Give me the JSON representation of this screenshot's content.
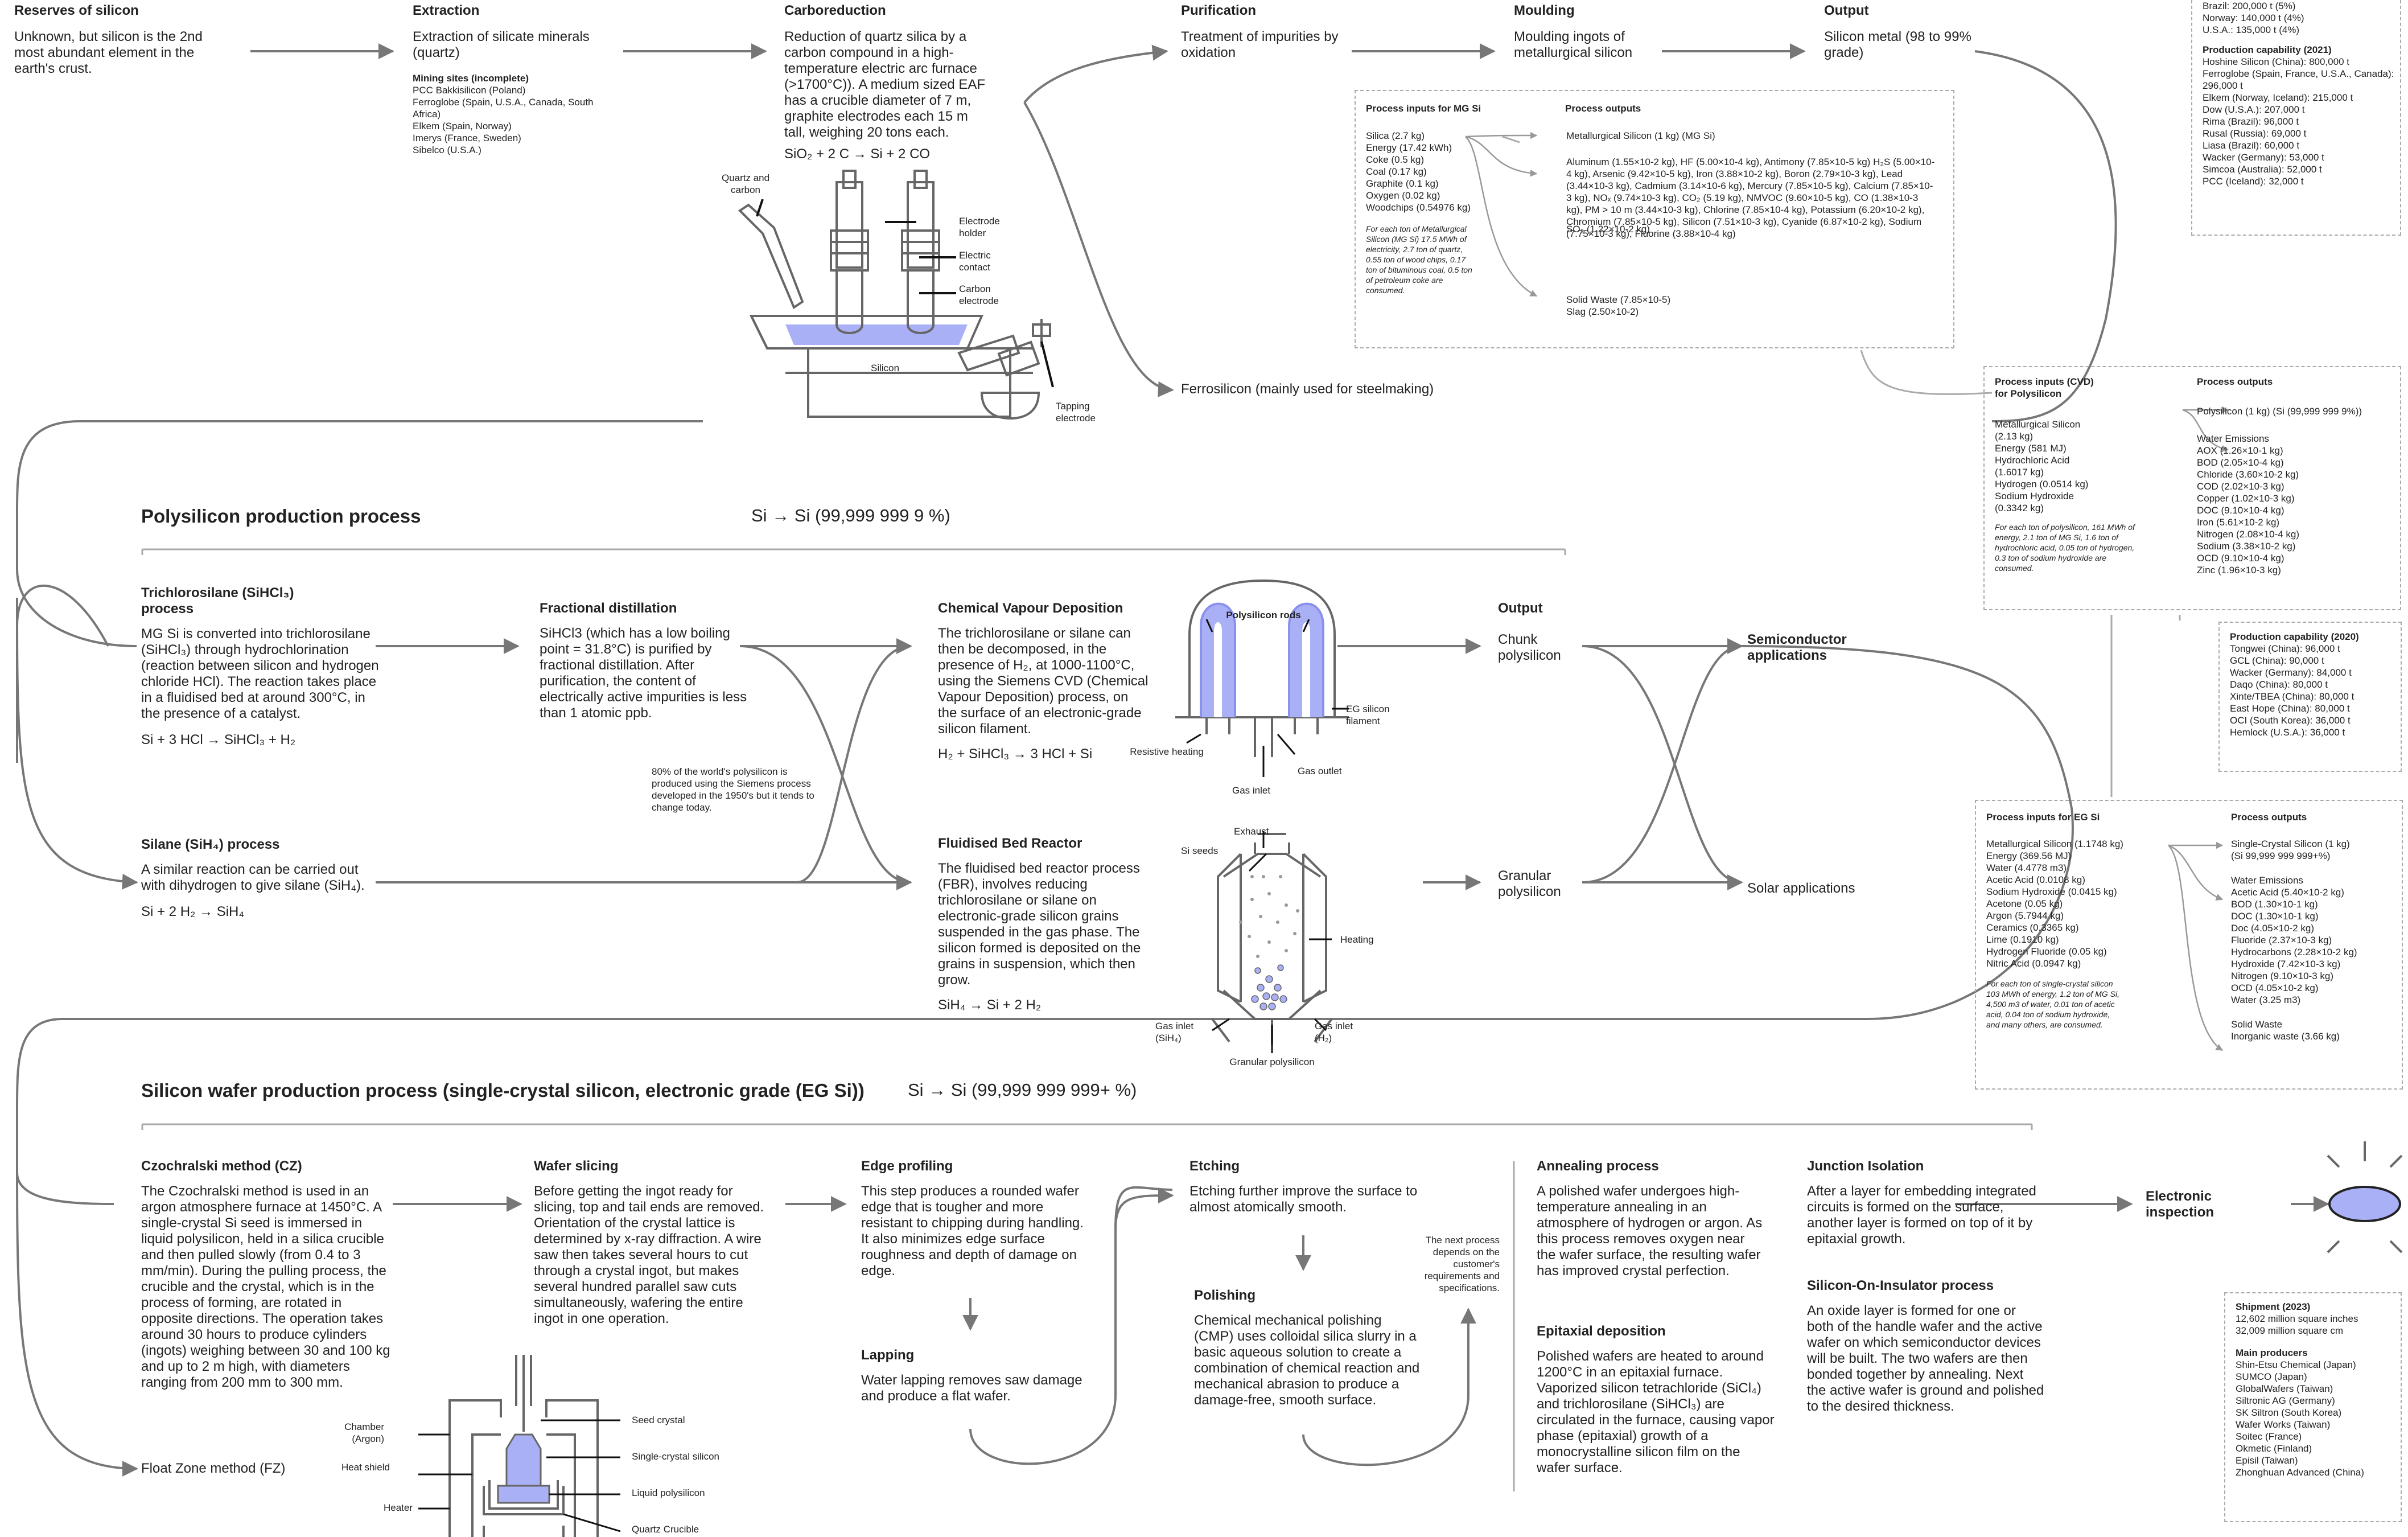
{
  "mgsi": {
    "reserves": {
      "title": "Reserves of silicon",
      "text": "Unknown, but silicon is the 2nd most abundant element in the earth's crust."
    },
    "extraction": {
      "title": "Extraction",
      "text": "Extraction of silicate minerals (quartz)",
      "sites_title": "Mining sites (incomplete)",
      "sites": [
        "PCC Bakkisilicon (Poland)",
        "Ferroglobe (Spain, U.S.A., Canada, South Africa)",
        "Elkem (Spain, Norway)",
        "Imerys (France, Sweden)",
        "Sibelco (U.S.A.)"
      ]
    },
    "carbo": {
      "title": "Carboreduction",
      "text": "Reduction of quartz silica by a carbon compound in a high-temperature electric arc furnace (>1700°C)). A medium sized EAF has a crucible diameter of 7 m, graphite electrodes each 15 m tall, weighing 20 tons each.",
      "eq": "SiO₂ + 2 C → Si + 2 CO"
    },
    "purification": {
      "title": "Purification",
      "text": "Treatment of impurities by oxidation"
    },
    "moulding": {
      "title": "Moulding",
      "text": "Moulding ingots of metallurgical silicon"
    },
    "output": {
      "title": "Output",
      "text": "Silicon metal (98 to 99% grade)"
    },
    "ferro": "Ferrosilicon (mainly used for steelmaking)",
    "furnace": {
      "quartz": "Quartz and carbon",
      "holder": "Electrode holder",
      "contact": "Electric contact",
      "carbon": "Carbon electrode",
      "silicon": "Silicon",
      "tapping": "Tapping electrode"
    },
    "inputs_box": {
      "in_title": "Process inputs for MG Si",
      "out_title": "Process outputs",
      "inputs": [
        "Silica (2.7 kg)",
        "Energy (17.42 kWh)",
        "Coke (0.5 kg)",
        "Coal (0.17 kg)",
        "Graphite (0.1 kg)",
        "Oxygen (0.02 kg)",
        "Woodchips (0.54976 kg)"
      ],
      "note": "For each ton of Metallurgical Silicon (MG Si) 17.5 MWh of electricity, 2.7 ton of quartz, 0.55 ton of wood chips, 0.17 ton of bituminous coal, 0.5 ton of petroleum coke are consumed.",
      "main_out": "Metallurgical Silicon (1 kg) (MG Si)",
      "emissions": "Aluminum (1.55×10-2 kg), HF (5.00×10-4 kg), Antimony (7.85×10-5 kg) H₂S (5.00×10-4 kg), Arsenic (9.42×10-5 kg), Iron (3.88×10-2 kg), Boron (2.79×10-3 kg), Lead (3.44×10-3 kg), Cadmium (3.14×10-6 kg), Mercury (7.85×10-5 kg), Calcium (7.85×10-3 kg), NOₓ (9.74×10-3 kg), CO₂ (5.19 kg), NMVOC (9.60×10-5 kg), CO (1.38×10-3 kg), PM > 10 m (3.44×10-3 kg), Chlorine (7.85×10-4 kg), Potassium (6.20×10-2 kg), Chromium (7.85×10-5 kg), Silicon (7.51×10-3 kg), Cyanide (6.87×10-2 kg), Sodium (7.75×10-3 kg), Fluorine (3.88×10-4 kg)",
      "so2": "SO₂ (1.22×10-2 kg)",
      "solid": [
        "Solid Waste (7.85×10-5)",
        "Slag (2.50×10-2)"
      ]
    },
    "prod_top": [
      "Brazil: 200,000 t (5%)",
      "Norway: 140,000 t (4%)",
      "U.S.A.: 135,000 t (4%)"
    ],
    "cap2021": {
      "title": "Production capability (2021)",
      "items": [
        "Hoshine Silicon (China): 800,000 t",
        "Ferroglobe (Spain, France, U.S.A., Canada): 296,000 t",
        "Elkem (Norway, Iceland): 215,000 t",
        "Dow (U.S.A.): 207,000 t",
        "Rima (Brazil): 96,000 t",
        "Rusal (Russia): 69,000 t",
        "Liasa (Brazil): 60,000 t",
        "Wacker (Germany): 53,000 t",
        "Simcoa (Australia): 52,000 t",
        "PCC (Iceland): 32,000 t"
      ]
    }
  },
  "poly": {
    "title": "Polysilicon production process",
    "formula": "Si → Si (99,999 999 9 %)",
    "tcs": {
      "title1": "Trichlorosilane (SiHCl₃)",
      "title2": "process",
      "text": "MG Si is converted into trichlorosilane (SiHCl₃) through hydrochlorination (reaction between silicon and hydrogen chloride HCl). The reaction takes place in a fluidised bed at around 300°C, in the presence of a catalyst.",
      "eq": "Si + 3 HCl → SiHCl₃ + H₂"
    },
    "silane": {
      "title": "Silane (SiH₄) process",
      "text": "A similar reaction can be carried out with dihydrogen to give silane (SiH₄).",
      "eq": "Si + 2 H₂ → SiH₄"
    },
    "distill": {
      "title": "Fractional distillation",
      "text": "SiHCl3 (which has a low boiling point = 31.8°C) is purified by fractional distillation. After purification, the content of electrically active impurities is less than 1 atomic ppb."
    },
    "siemens_note": "80% of the world's polysilicon is produced using the Siemens process developed in the 1950's but it tends to change today.",
    "cvd": {
      "title": "Chemical Vapour Deposition",
      "text": "The trichlorosilane or silane can then be decomposed, in the presence of H₂, at 1000-1100°C, using the Siemens CVD (Chemical Vapour Deposition) process, on the surface of an electronic-grade silicon filament.",
      "eq": "H₂ + SiHCl₃ → 3 HCl + Si"
    },
    "cvd_fig": {
      "rods": "Polysilicon rods",
      "filament": "EG silicon filament",
      "heating": "Resistive heating",
      "outlet": "Gas outlet",
      "inlet": "Gas inlet"
    },
    "fbr": {
      "title": "Fluidised Bed Reactor",
      "text": "The fluidised bed reactor process (FBR), involves reducing trichlorosilane or silane on electronic-grade silicon grains suspended in the gas phase. The silicon formed is deposited on the grains in suspension, which then grow.",
      "eq": "SiH₄ → Si + 2 H₂"
    },
    "fbr_fig": {
      "exhaust": "Exhaust",
      "seeds": "Si seeds",
      "heating": "Heating",
      "inlet1": "Gas inlet (SiH₄)",
      "inlet2": "Gas inlet (H₂)",
      "granular": "Granular polysilicon"
    },
    "output": {
      "title": "Output",
      "chunk": "Chunk polysilicon",
      "granular": "Granular polysilicon"
    },
    "apps": {
      "semi": "Semiconductor applications",
      "solar": "Solar applications"
    },
    "cvd_box": {
      "in_title": "Process inputs (CVD) for Polysilicon",
      "out_title": "Process outputs",
      "inputs": [
        "Metallurgical Silicon (2.13 kg)",
        "Energy (581 MJ)",
        "Hydrochloric Acid (1.6017 kg)",
        "Hydrogen (0.0514 kg)",
        "Sodium Hydroxide (0.3342 kg)"
      ],
      "note": "For each ton of polysilicon, 161 MWh of energy, 2.1 ton of MG Si, 1.6 ton of hydrochloric acid, 0.05 ton of hydrogen, 0.3 ton of sodium hydroxide are consumed.",
      "main_out": "Polysilicon (1 kg) (Si (99,999 999 9%))",
      "outputs": [
        "Water Emissions",
        "AOX (1.26×10-1 kg)",
        "BOD (2.05×10-4 kg)",
        "Chloride (3.60×10-2 kg)",
        "COD (2.02×10-3 kg)",
        "Copper (1.02×10-3 kg)",
        "DOC (9.10×10-4 kg)",
        "Iron (5.61×10-2 kg)",
        "Nitrogen (2.08×10-4 kg)",
        "Sodium (3.38×10-2 kg)",
        "OCD (9.10×10-4 kg)",
        "Zinc (1.96×10-3 kg)"
      ]
    },
    "cap2020": {
      "title": "Production capability (2020)",
      "items": [
        "Tongwei (China): 96,000 t",
        "GCL (China): 90,000 t",
        "Wacker (Germany): 84,000 t",
        "Daqo (China): 80,000 t",
        "Xinte/TBEA (China): 80,000 t",
        "East Hope (China): 80,000 t",
        "OCI (South Korea): 36,000 t",
        "Hemlock (U.S.A.): 36,000 t"
      ]
    }
  },
  "wafer": {
    "title": "Silicon wafer production process (single-crystal silicon, electronic grade (EG Si))",
    "formula": "Si → Si (99,999 999 999+ %)",
    "cz": {
      "title": "Czochralski method (CZ)",
      "text": "The Czochralski method is used in an argon atmosphere furnace at 1450°C. A single-crystal Si seed is immersed in liquid polysilicon, held in a silica crucible and then pulled slowly (from 0.4 to 3 mm/min). During the pulling process, the crucible and the crystal, which is in the process of forming, are rotated in opposite directions. The operation takes around 30 hours to produce cylinders (ingots) weighing between 30 and 100 kg and up to 2 m high, with diameters ranging from 200 mm to 300 mm."
    },
    "fz": "Float Zone method (FZ)",
    "cz_fig": {
      "chamber": "Chamber (Argon)",
      "shield": "Heat shield",
      "heater": "Heater",
      "seed": "Seed crystal",
      "single": "Single-crystal silicon",
      "liquid": "Liquid polysilicon",
      "crucible": "Quartz Crucible"
    },
    "slicing": {
      "title": "Wafer slicing",
      "text": "Before getting the ingot ready for slicing, top and tail ends are removed. Orientation of the crystal lattice is determined by x-ray diffraction. A wire saw then takes several hours to cut through a crystal ingot, but makes several hundred parallel saw cuts simultaneously, wafering the entire ingot in one operation."
    },
    "edge": {
      "title": "Edge profiling",
      "text": "This step produces a rounded wafer edge that is tougher and more resistant to chipping during handling. It also minimizes edge surface roughness and depth of damage on edge."
    },
    "lapping": {
      "title": "Lapping",
      "text": "Water lapping removes saw damage and produce a flat wafer."
    },
    "etching": {
      "title": "Etching",
      "text": "Etching further improve the surface to almost atomically smooth."
    },
    "polishing": {
      "title": "Polishing",
      "text": "Chemical mechanical polishing (CMP) uses colloidal silica slurry in a basic aqueous solution to create a combination of chemical reaction and mechanical abrasion to produce a damage-free, smooth surface."
    },
    "next_note": "The next process depends on the customer's requirements and specifications.",
    "annealing": {
      "title": "Annealing process",
      "text": "A polished wafer undergoes high-temperature annealing in an atmosphere of hydrogen or argon. As this process removes oxygen near the wafer surface, the resulting wafer has improved crystal perfection."
    },
    "epitaxial": {
      "title": "Epitaxial deposition",
      "text": "Polished wafers are heated to around 1200°C in an epitaxial furnace. Vaporized silicon tetrachloride (SiCl₄) and trichlorosilane (SiHCl₃) are circulated in the furnace, causing vapor phase (epitaxial) growth of a monocrystalline silicon film on the wafer surface."
    },
    "junction": {
      "title": "Junction Isolation",
      "text": "After a layer for embedding integrated circuits is formed on the surface, another layer is formed on top of it by epitaxial growth."
    },
    "soi": {
      "title": "Silicon-On-Insulator process",
      "text": "An oxide layer is formed for one or both of the handle wafer and the active wafer on which semiconductor devices will be built. The two wafers are then bonded together by annealing. Next the active wafer is ground and polished to the desired thickness."
    },
    "inspection": "Electronic inspection",
    "eg_box": {
      "in_title": "Process inputs for EG Si",
      "out_title": "Process outputs",
      "inputs": [
        "Metallurgical Silicon (1.1748 kg)",
        "Energy (369.56 MJ)",
        "Water (4.4778 m3)",
        "Acetic Acid (0.0108 kg)",
        "Sodium Hydroxide (0.0415 kg)",
        "Acetone (0.05 kg)",
        "Argon (5.7944 kg)",
        "Ceramics (0.3365 kg)",
        "Lime (0.1910 kg)",
        "Hydrogen Fluoride (0.05 kg)",
        "Nitric Acid (0.0947 kg)"
      ],
      "note": "For each ton of single-crystal silicon 103 MWh of energy, 1.2 ton of MG Si, 4,500 m3 of water, 0.01 ton of acetic acid, 0.04 ton of sodium hydroxide, and many others, are consumed.",
      "main_out": [
        "Single-Crystal Silicon (1 kg)",
        "(Si 99,999 999 999+%)"
      ],
      "outputs": [
        "Water Emissions",
        "Acetic Acid (5.40×10-2 kg)",
        "BOD (1.30×10-1 kg)",
        "DOC (1.30×10-1 kg)",
        "Doc (4.05×10-2 kg)",
        "Fluoride (2.37×10-3 kg)",
        "Hydrocarbons (2.28×10-2 kg)",
        "Hydroxide (7.42×10-3 kg)",
        "Nitrogen (9.10×10-3 kg)",
        "OCD (4.05×10-2 kg)",
        "Water (3.25 m3)"
      ],
      "solid": [
        "Solid Waste",
        "Inorganic waste (3.66 kg)"
      ]
    },
    "shipment": {
      "title": "Shipment (2023)",
      "lines": [
        "12,602 million square inches",
        "32,009 million square cm"
      ],
      "prod_title": "Main producers",
      "producers": [
        "Shin-Etsu Chemical (Japan)",
        "SUMCO (Japan)",
        "GlobalWafers (Taiwan)",
        "Siltronic AG (Germany)",
        "SK Siltron (South Korea)",
        "Wafer Works (Taiwan)",
        "Soitec (France)",
        "Okmetic (Finland)",
        "Episil (Taiwan)",
        "Zhonghuan Advanced (China)"
      ]
    }
  },
  "colors": {
    "line": "#777777",
    "accent": "#aab0f5",
    "accent_dark": "#2b3bd0"
  }
}
